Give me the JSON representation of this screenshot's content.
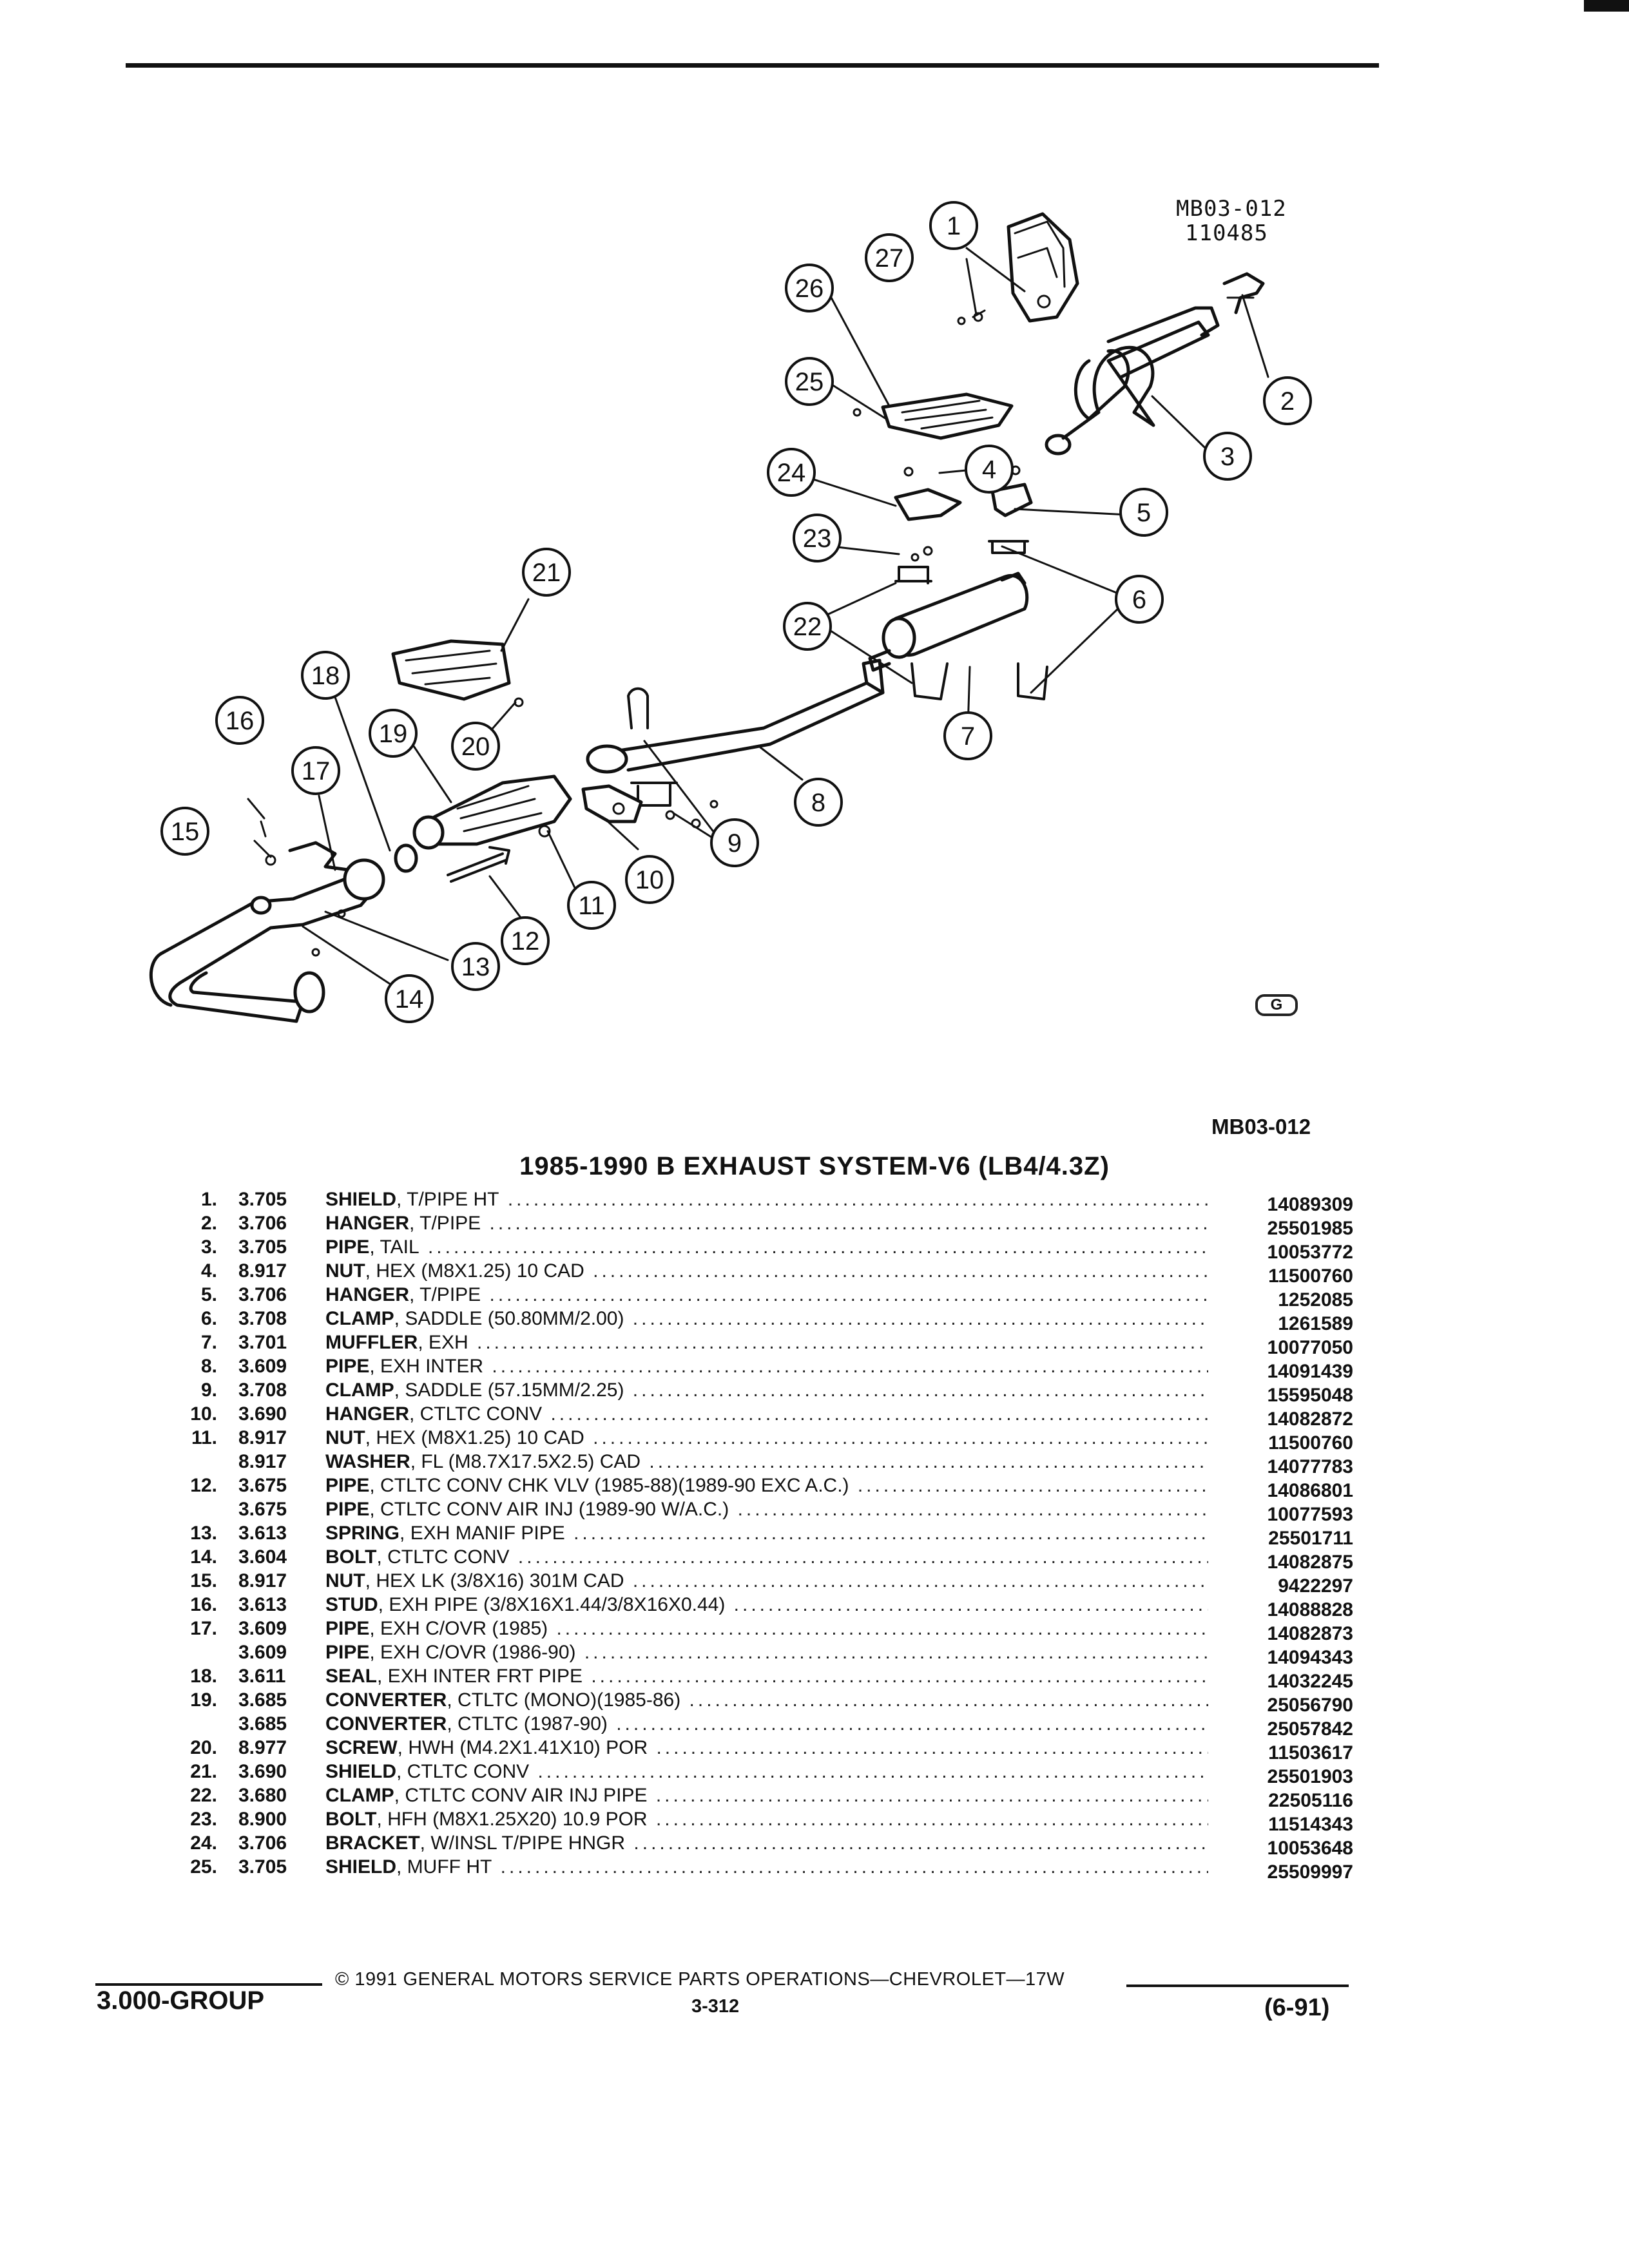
{
  "illustration": {
    "code_line1": "MB03-012",
    "code_line2": "110485",
    "figure_code": "MB03-012",
    "logo_text": "G",
    "callouts": [
      "1",
      "2",
      "3",
      "4",
      "5",
      "6",
      "7",
      "8",
      "9",
      "10",
      "11",
      "12",
      "13",
      "14",
      "15",
      "16",
      "17",
      "18",
      "19",
      "20",
      "21",
      "22",
      "23",
      "24",
      "25",
      "26",
      "27"
    ]
  },
  "title": "1985-1990 B EXHAUST SYSTEM-V6 (LB4/4.3Z)",
  "parts": [
    {
      "idx": "1.",
      "group": "3.705",
      "name": "SHIELD",
      "spec": ", T/PIPE HT",
      "part_no": "14089309"
    },
    {
      "idx": "2.",
      "group": "3.706",
      "name": "HANGER",
      "spec": ", T/PIPE",
      "part_no": "25501985"
    },
    {
      "idx": "3.",
      "group": "3.705",
      "name": "PIPE",
      "spec": ", TAIL",
      "part_no": "10053772"
    },
    {
      "idx": "4.",
      "group": "8.917",
      "name": "NUT",
      "spec": ", HEX (M8X1.25) 10 CAD",
      "part_no": "11500760"
    },
    {
      "idx": "5.",
      "group": "3.706",
      "name": "HANGER",
      "spec": ", T/PIPE",
      "part_no": "1252085"
    },
    {
      "idx": "6.",
      "group": "3.708",
      "name": "CLAMP",
      "spec": ", SADDLE (50.80MM/2.00)",
      "part_no": "1261589"
    },
    {
      "idx": "7.",
      "group": "3.701",
      "name": "MUFFLER",
      "spec": ", EXH",
      "part_no": "10077050"
    },
    {
      "idx": "8.",
      "group": "3.609",
      "name": "PIPE",
      "spec": ", EXH INTER",
      "part_no": "14091439"
    },
    {
      "idx": "9.",
      "group": "3.708",
      "name": "CLAMP",
      "spec": ", SADDLE (57.15MM/2.25)",
      "part_no": "15595048"
    },
    {
      "idx": "10.",
      "group": "3.690",
      "name": "HANGER",
      "spec": ", CTLTC CONV",
      "part_no": "14082872"
    },
    {
      "idx": "11.",
      "group": "8.917",
      "name": "NUT",
      "spec": ", HEX (M8X1.25) 10 CAD",
      "part_no": "11500760"
    },
    {
      "idx": "",
      "group": "8.917",
      "name": "WASHER",
      "spec": ", FL (M8.7X17.5X2.5) CAD",
      "part_no": "14077783"
    },
    {
      "idx": "12.",
      "group": "3.675",
      "name": "PIPE",
      "spec": ", CTLTC CONV CHK VLV (1985-88)(1989-90 EXC A.C.)",
      "part_no": "14086801"
    },
    {
      "idx": "",
      "group": "3.675",
      "name": "PIPE",
      "spec": ", CTLTC CONV AIR INJ (1989-90 W/A.C.)",
      "part_no": "10077593"
    },
    {
      "idx": "13.",
      "group": "3.613",
      "name": "SPRING",
      "spec": ", EXH MANIF PIPE",
      "part_no": "25501711"
    },
    {
      "idx": "14.",
      "group": "3.604",
      "name": "BOLT",
      "spec": ", CTLTC CONV",
      "part_no": "14082875"
    },
    {
      "idx": "15.",
      "group": "8.917",
      "name": "NUT",
      "spec": ", HEX LK (3/8X16) 301M CAD",
      "part_no": "9422297"
    },
    {
      "idx": "16.",
      "group": "3.613",
      "name": "STUD",
      "spec": ", EXH PIPE (3/8X16X1.44/3/8X16X0.44)",
      "part_no": "14088828"
    },
    {
      "idx": "17.",
      "group": "3.609",
      "name": "PIPE",
      "spec": ", EXH C/OVR (1985)",
      "part_no": "14082873"
    },
    {
      "idx": "",
      "group": "3.609",
      "name": "PIPE",
      "spec": ", EXH C/OVR (1986-90)",
      "part_no": "14094343"
    },
    {
      "idx": "18.",
      "group": "3.611",
      "name": "SEAL",
      "spec": ", EXH INTER FRT PIPE",
      "part_no": "14032245"
    },
    {
      "idx": "19.",
      "group": "3.685",
      "name": "CONVERTER",
      "spec": ", CTLTC (MONO)(1985-86)",
      "part_no": "25056790"
    },
    {
      "idx": "",
      "group": "3.685",
      "name": "CONVERTER",
      "spec": ", CTLTC (1987-90)",
      "part_no": "25057842"
    },
    {
      "idx": "20.",
      "group": "8.977",
      "name": "SCREW",
      "spec": ", HWH (M4.2X1.41X10) POR",
      "part_no": "11503617"
    },
    {
      "idx": "21.",
      "group": "3.690",
      "name": "SHIELD",
      "spec": ", CTLTC CONV",
      "part_no": "25501903"
    },
    {
      "idx": "22.",
      "group": "3.680",
      "name": "CLAMP",
      "spec": ", CTLTC CONV AIR INJ PIPE",
      "part_no": "22505116"
    },
    {
      "idx": "23.",
      "group": "8.900",
      "name": "BOLT",
      "spec": ", HFH (M8X1.25X20) 10.9 POR",
      "part_no": "11514343"
    },
    {
      "idx": "24.",
      "group": "3.706",
      "name": "BRACKET",
      "spec": ", W/INSL T/PIPE HNGR",
      "part_no": "10053648"
    },
    {
      "idx": "25.",
      "group": "3.705",
      "name": "SHIELD",
      "spec": ", MUFF HT",
      "part_no": "25509997"
    }
  ],
  "footer": {
    "copyright": "© 1991 GENERAL MOTORS SERVICE PARTS OPERATIONS—CHEVROLET—17W",
    "group": "3.000-GROUP",
    "page": "3-312",
    "date": "(6-91)"
  }
}
